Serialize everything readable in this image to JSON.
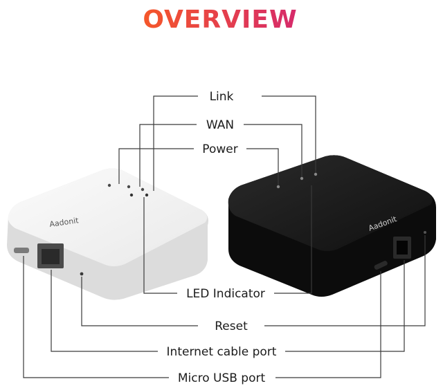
{
  "title": "OVERVIEW",
  "brand": "Aadonit",
  "labels": {
    "link": "Link",
    "wan": "WAN",
    "power": "Power",
    "led_indicator": "LED Indicator",
    "reset": "Reset",
    "internet_cable_port": "Internet cable port",
    "micro_usb_port": "Micro USB port"
  },
  "colors": {
    "title_gradient_start": "#f5572a",
    "title_gradient_end": "#d62a6b",
    "white_device": "#f2f2f2",
    "black_device": "#151515",
    "leader_line": "#3a3a3a"
  }
}
